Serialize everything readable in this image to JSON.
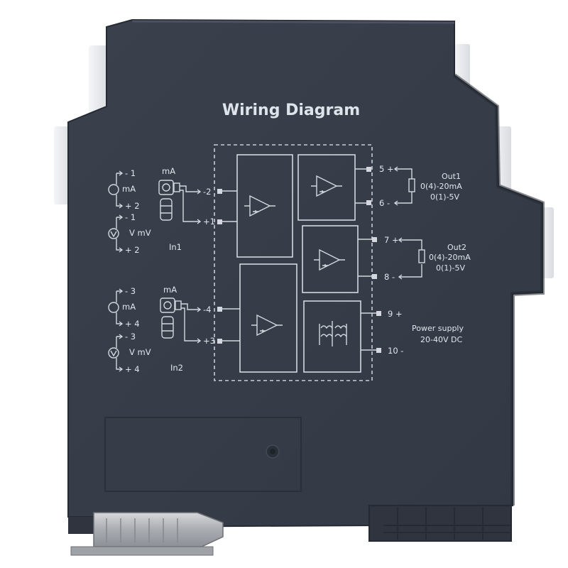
{
  "product": {
    "title": "Wiring Diagram"
  },
  "inputs": {
    "in1": {
      "ma_label": "mA",
      "ma_src": "mA",
      "term_a": "- 1",
      "term_b": "+ 2",
      "v_term_a": "- 1",
      "v_term_b": "+ 2",
      "v_label": "V  mV",
      "name": "In1",
      "pin_neg": "-2",
      "pin_pos": "+1"
    },
    "in2": {
      "ma_label": "mA",
      "ma_src": "mA",
      "term_a": "- 3",
      "term_b": "+ 4",
      "v_term_a": "- 3",
      "v_term_b": "+ 4",
      "v_label": "V  mV",
      "name": "In2",
      "pin_neg": "-4",
      "pin_pos": "+3"
    }
  },
  "outputs": {
    "out1": {
      "name": "Out1",
      "range_ma": "0(4)-20mA",
      "range_v": "0(1)-5V",
      "pin_pos": "5 +",
      "pin_neg": "6 -"
    },
    "out2": {
      "name": "Out2",
      "range_ma": "0(4)-20mA",
      "range_v": "0(1)-5V",
      "pin_pos": "7 +",
      "pin_neg": "8 -"
    }
  },
  "power": {
    "label": "Power supply",
    "range": "20-40V DC",
    "pin_pos": "9 +",
    "pin_neg": "10 -"
  },
  "colors": {
    "housing": "#373d49",
    "housing_dark": "#2c313b",
    "terminal_block": "#e9ebee",
    "print": "#dfe3ea",
    "clip_metal": "#b8bbbf"
  }
}
